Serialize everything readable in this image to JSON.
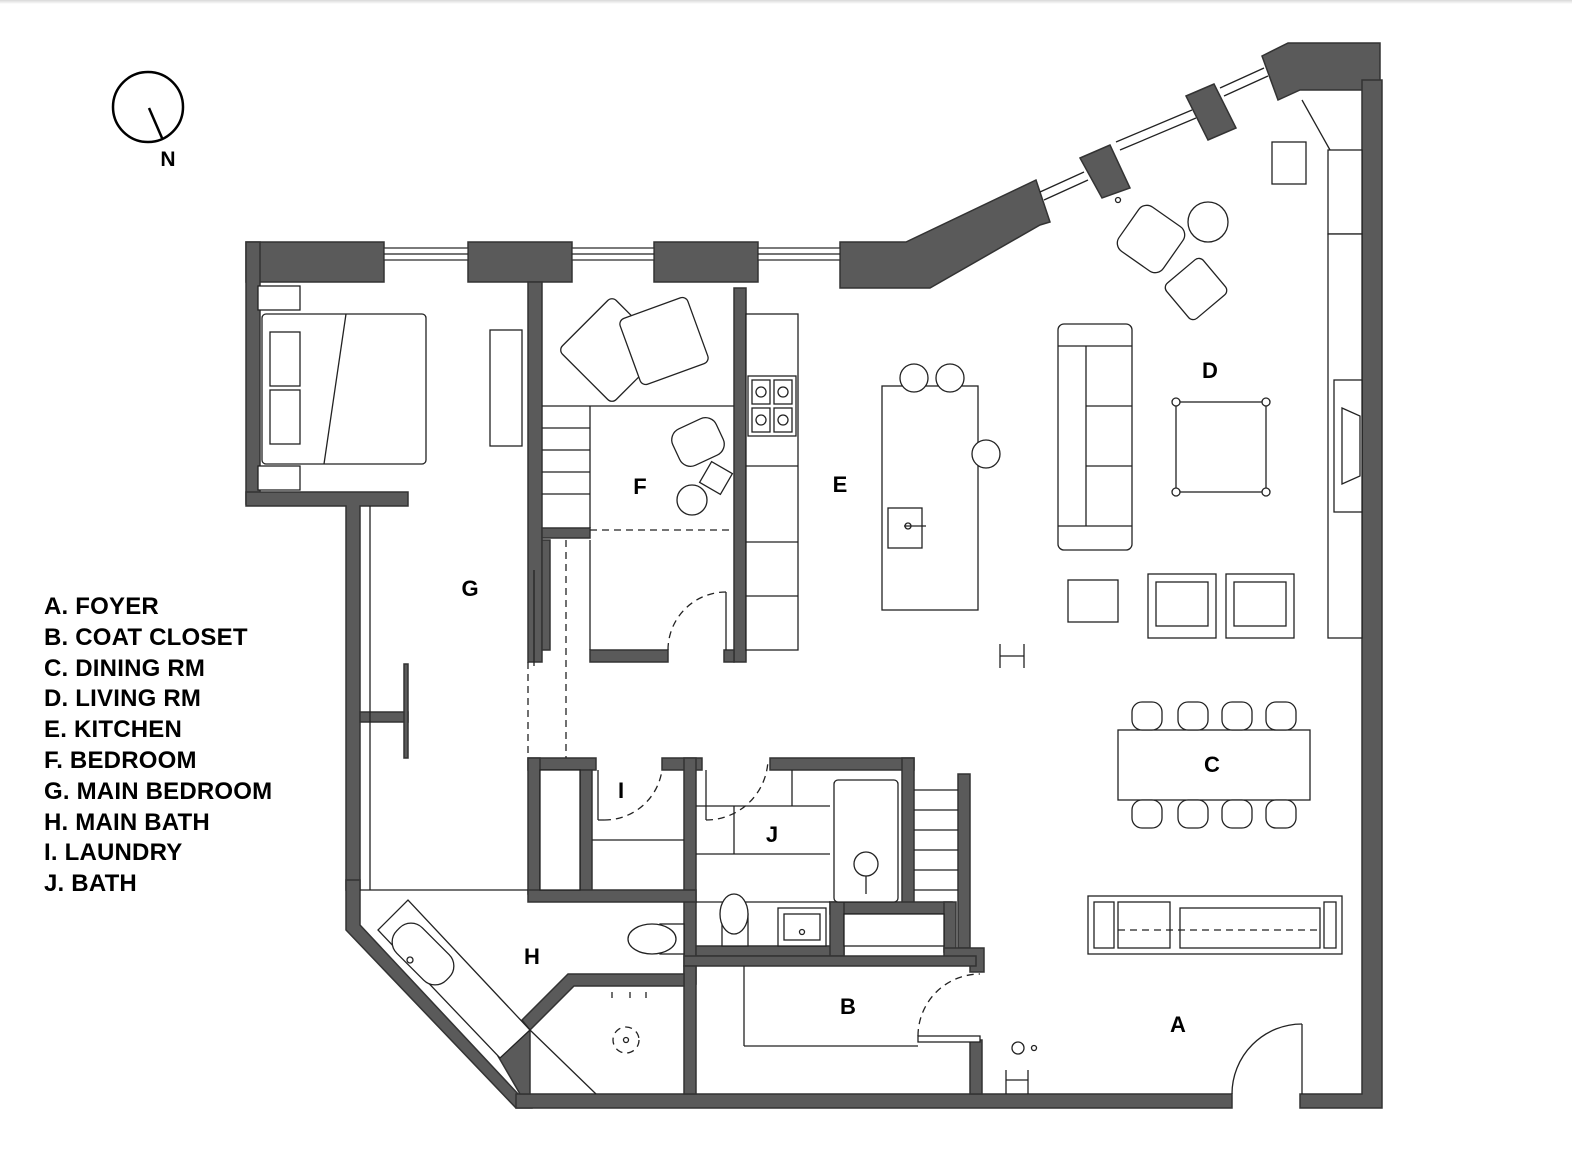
{
  "compass": {
    "label": "N"
  },
  "legend": [
    "A. FOYER",
    "B. COAT CLOSET",
    "C. DINING RM",
    "D. LIVING RM",
    "E. KITCHEN",
    "F. BEDROOM",
    "G. MAIN BEDROOM",
    "H. MAIN BATH",
    "I. LAUNDRY",
    "J. BATH"
  ],
  "rooms": {
    "a": "A",
    "b": "B",
    "c": "C",
    "d": "D",
    "e": "E",
    "f": "F",
    "g": "G",
    "h": "H",
    "i": "I",
    "j": "J"
  },
  "colors": {
    "wall": "#5a5a5a",
    "line": "#222222",
    "background": "#ffffff"
  }
}
